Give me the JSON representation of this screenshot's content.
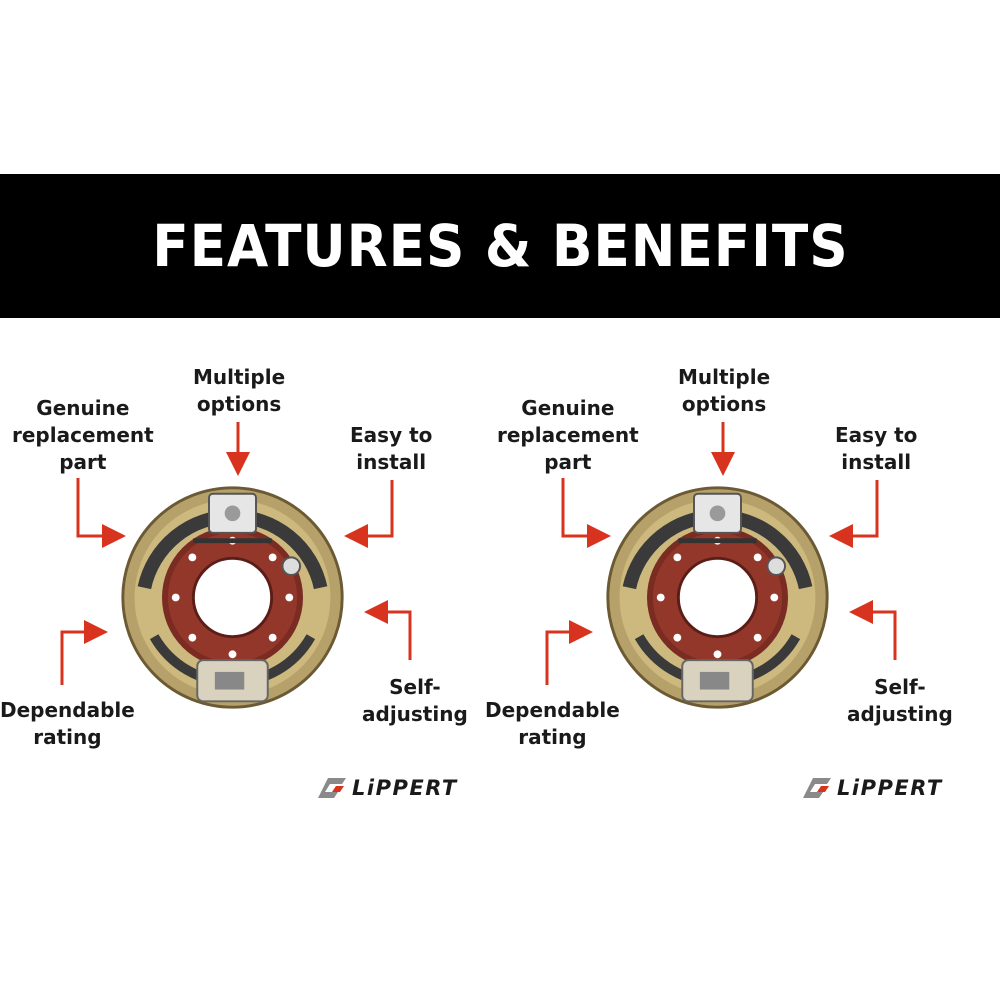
{
  "banner": {
    "title": "FEATURES & BENEFITS"
  },
  "colors": {
    "arrow": "#d8331e",
    "banner": "#000000",
    "text": "#1a1a1a"
  },
  "panels": [
    {
      "labels": {
        "multiple_options": [
          "Multiple",
          "options"
        ],
        "genuine_part": [
          "Genuine",
          "replacement",
          "part"
        ],
        "easy_install": [
          "Easy to",
          "install"
        ],
        "dependable_rating": [
          "Dependable",
          "rating"
        ],
        "self_adjusting": [
          "Self-",
          "adjusting"
        ]
      },
      "logo": {
        "text": "LiPPERT",
        "icon": "lippert-logo-icon"
      }
    },
    {
      "labels": {
        "multiple_options": [
          "Multiple",
          "options"
        ],
        "genuine_part": [
          "Genuine",
          "replacement",
          "part"
        ],
        "easy_install": [
          "Easy to",
          "install"
        ],
        "dependable_rating": [
          "Dependable",
          "rating"
        ],
        "self_adjusting": [
          "Self-",
          "adjusting"
        ]
      },
      "logo": {
        "text": "LiPPERT",
        "icon": "lippert-logo-icon"
      }
    }
  ]
}
